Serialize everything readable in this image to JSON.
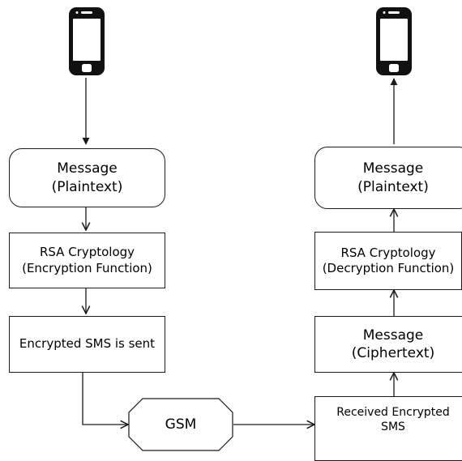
{
  "sender": {
    "message_box": {
      "line1": "Message",
      "line2": "(Plaintext)"
    },
    "rsa_box": {
      "line1": "RSA Cryptology",
      "line2": "(Encryption Function)"
    },
    "sent_box": {
      "line1": "Encrypted SMS is sent"
    }
  },
  "network": {
    "label": "GSM"
  },
  "receiver": {
    "received_box": {
      "line1": "Received Encrypted",
      "line2": "SMS"
    },
    "cipher_box": {
      "line1": "Message",
      "line2": "(Ciphertext)"
    },
    "rsa_box": {
      "line1": "RSA Cryptology",
      "line2": "(Decryption Function)"
    },
    "message_box": {
      "line1": "Message",
      "line2": "(Plaintext)"
    }
  },
  "icons": [
    "smartphone-icon",
    "smartphone-icon"
  ],
  "colors": {
    "stroke": "#1a1a1a",
    "phone_body": "#111111",
    "background": "#ffffff"
  }
}
